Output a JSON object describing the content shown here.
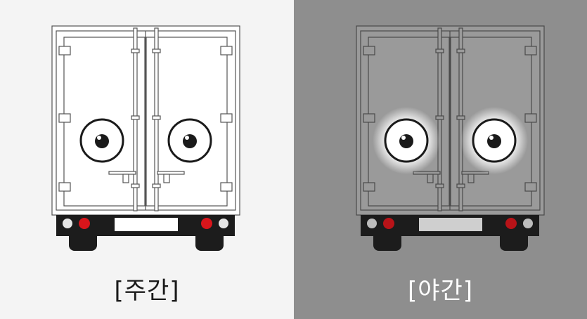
{
  "panels": {
    "day": {
      "caption": "[주간]",
      "background": "#f4f4f4",
      "door_color": "#ffffff",
      "line_color": "#555555"
    },
    "night": {
      "caption": "[야간]",
      "background": "#8e8e8e",
      "door_color": "#9a9a9a",
      "line_color": "#4a4a4a",
      "eye_glow": true
    }
  },
  "colors": {
    "taillight_red": "#d9151b",
    "taillight_white": "#e6e6e6",
    "bumper": "#1c1c1c",
    "plate": "#ffffff"
  },
  "icons": {
    "eyes": "cartoon-eyes-icon",
    "truck": "box-truck-rear"
  }
}
